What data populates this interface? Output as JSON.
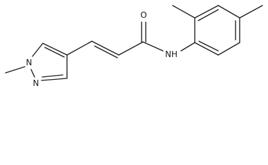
{
  "molecule": {
    "atoms": {
      "pyrazole_n1": "N",
      "pyrazole_n2": "N",
      "amide_o": "O",
      "amide_nh": "NH"
    }
  },
  "colors": {
    "bond": "#1a1a1a",
    "background": "#ffffff"
  }
}
